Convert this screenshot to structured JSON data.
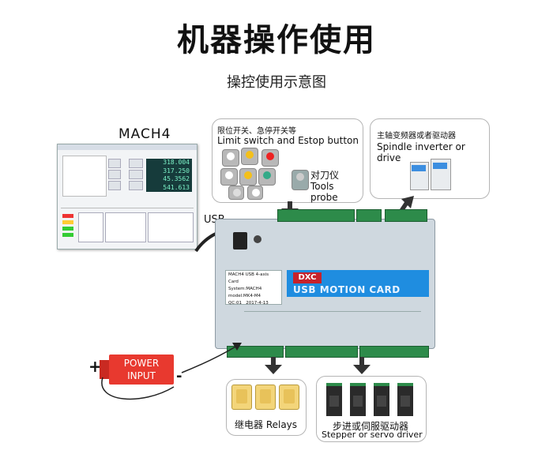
{
  "header": {
    "title": "机器操作使用",
    "subtitle": "操控使用示意图"
  },
  "mach4": {
    "label": "MACH4",
    "dro_values": [
      "318.004",
      "317.250",
      "45.3562",
      "541.613"
    ]
  },
  "limit_switch": {
    "label_cn": "限位开关、急停开关等",
    "label_en": "Limit switch and Estop button"
  },
  "tools_probe": {
    "label_cn": "对刀仪",
    "label_en": "Tools probe"
  },
  "spindle": {
    "label_cn": "主轴变频器或者驱动器",
    "label_en": "Spindle inverter or drive"
  },
  "usb": {
    "label": "USB"
  },
  "board": {
    "title": "USB MOTION CARD",
    "info_lines": [
      "MACH4 USB 4-axis Card",
      "System:MACH4",
      "model:MK4-M4",
      "QC:01",
      "2017-4-13"
    ]
  },
  "power": {
    "line1": "POWER",
    "line2": "INPUT",
    "plus": "+",
    "minus": "-"
  },
  "relays": {
    "label": "继电器 Relays"
  },
  "drivers": {
    "label_cn": "步进或伺服驱动器",
    "label_en": "Stepper or servo driver"
  },
  "colors": {
    "board_band": "#1f8de0",
    "terminal_green": "#2d8b4a",
    "power_red": "#e8392f",
    "dro_bg": "#163b3b"
  }
}
